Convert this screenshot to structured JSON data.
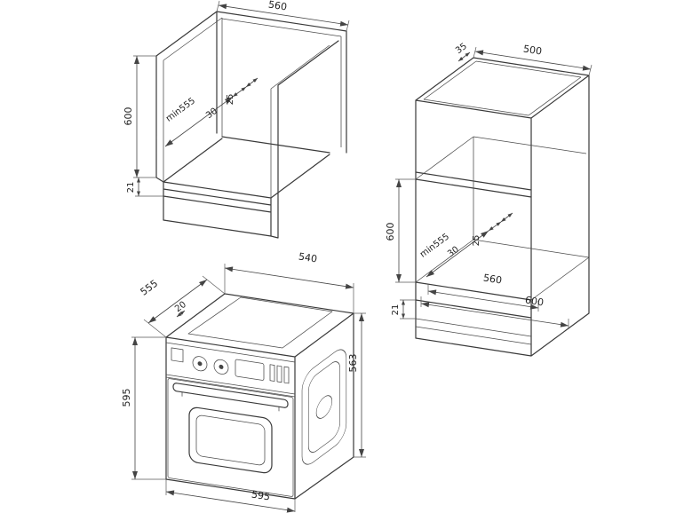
{
  "page": {
    "background": "#ffffff",
    "line_color": "#3a3a3a",
    "dim_color": "#444444",
    "text_color": "#222222"
  },
  "views": {
    "base_cabinet": {
      "dims": {
        "niche_width": "560",
        "niche_height": "600",
        "depth_min": "min555",
        "offset_30": "30",
        "offset_25": "25",
        "vent_gap": "21"
      }
    },
    "tall_cabinet": {
      "dims": {
        "top_depth": "35",
        "top_width": "500",
        "niche_height": "600",
        "depth_min": "min555",
        "offset_30": "30",
        "offset_25": "25",
        "niche_width": "560",
        "outer_width": "600",
        "vent_gap": "21"
      }
    },
    "oven": {
      "dims": {
        "body_width": "540",
        "body_depth": "555",
        "frame_depth": "20",
        "front_height": "595",
        "body_height": "563",
        "front_width": "595"
      }
    }
  }
}
